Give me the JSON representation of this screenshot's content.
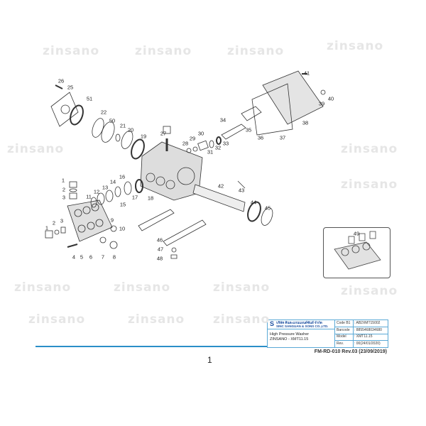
{
  "watermark": "zinsano",
  "part_labels": [
    "1",
    "2",
    "3",
    "4",
    "5",
    "6",
    "7",
    "8",
    "9",
    "10",
    "11",
    "12",
    "13",
    "14",
    "15",
    "16",
    "17",
    "18",
    "19",
    "20",
    "21",
    "22",
    "25",
    "26",
    "27",
    "28",
    "29",
    "30",
    "31",
    "32",
    "33",
    "34",
    "35",
    "36",
    "37",
    "38",
    "39",
    "40",
    "41",
    "42",
    "43",
    "44",
    "45",
    "46",
    "47",
    "48",
    "49",
    "50",
    "51"
  ],
  "title_block": {
    "company_thai": "บริษัท ศินสะแกนแอนด์ซันส์ จำกัด",
    "company": "SINC SANGUAN & SONS CO.,LTD.",
    "product_line1": "High Pressure Washer",
    "product_line2": "ZINSANO - XMT11.15",
    "rows": [
      {
        "key": "Code B1",
        "value": ": AB2XMT15002"
      },
      {
        "key": "Barcode",
        "value": ": 8855468034680"
      },
      {
        "key": "Model",
        "value": ": XMT11.15"
      },
      {
        "key": "Rev.",
        "value": ": 00(24/01/2020)"
      }
    ]
  },
  "form_number": "FM-RD-010 Rev.03 (23/09/2019)",
  "page_number": "1",
  "colors": {
    "accent": "#2a8fc8",
    "logo": "#1b4fa0"
  }
}
